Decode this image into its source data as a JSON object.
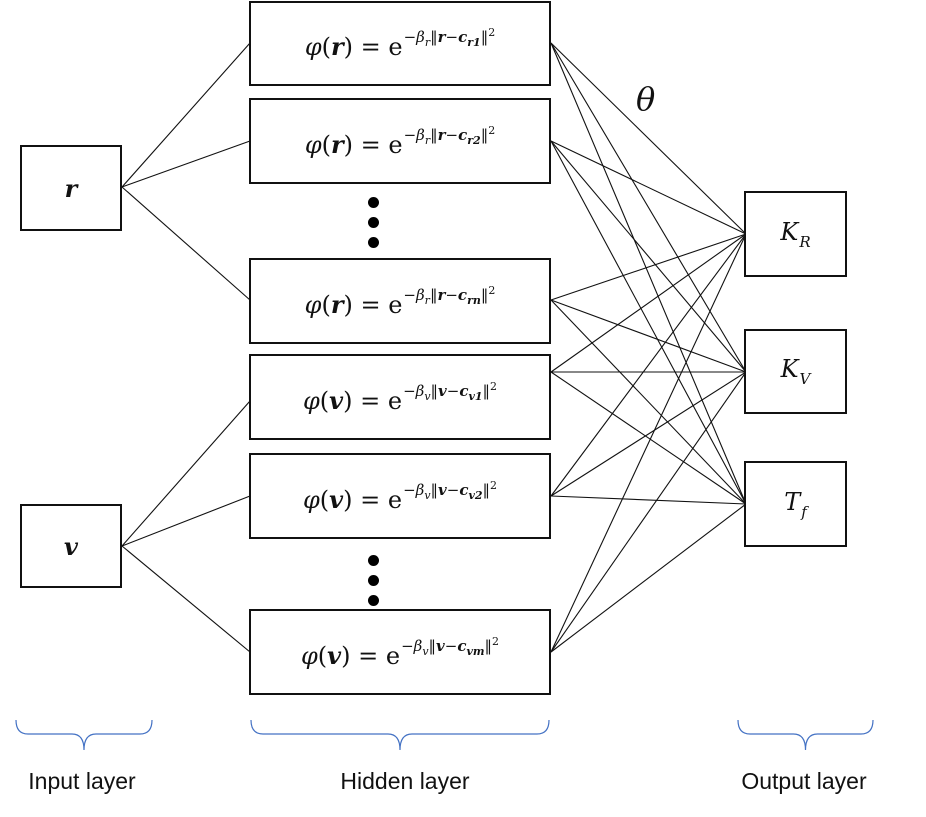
{
  "inputs": [
    {
      "id": "r",
      "symbol": "r"
    },
    {
      "id": "v",
      "symbol": "v"
    }
  ],
  "hidden": [
    {
      "input": "r",
      "func": "φ",
      "var": "r",
      "beta_sub": "r",
      "center_bold": "c",
      "center_sub": "r1"
    },
    {
      "input": "r",
      "func": "φ",
      "var": "r",
      "beta_sub": "r",
      "center_bold": "c",
      "center_sub": "r2"
    },
    {
      "input": "r",
      "func": "φ",
      "var": "r",
      "beta_sub": "r",
      "center_bold": "c",
      "center_sub": "rn"
    },
    {
      "input": "v",
      "func": "φ",
      "var": "v",
      "beta_sub": "v",
      "center_bold": "c",
      "center_sub": "v1"
    },
    {
      "input": "v",
      "func": "φ",
      "var": "v",
      "beta_sub": "v",
      "center_bold": "c",
      "center_sub": "v2"
    },
    {
      "input": "v",
      "func": "φ",
      "var": "v",
      "beta_sub": "v",
      "center_bold": "c",
      "center_sub": "vm"
    }
  ],
  "outputs": [
    {
      "symbol": "K",
      "sub": "R"
    },
    {
      "symbol": "K",
      "sub": "V"
    },
    {
      "symbol": "T",
      "sub": "f"
    }
  ],
  "weight_label": "θ",
  "layer_labels": {
    "input": "Input layer",
    "hidden": "Hidden layer",
    "output": "Output layer"
  },
  "colors": {
    "box_border": "#111111",
    "wire": "#111111",
    "brace": "#4472c4",
    "text": "#111111"
  }
}
